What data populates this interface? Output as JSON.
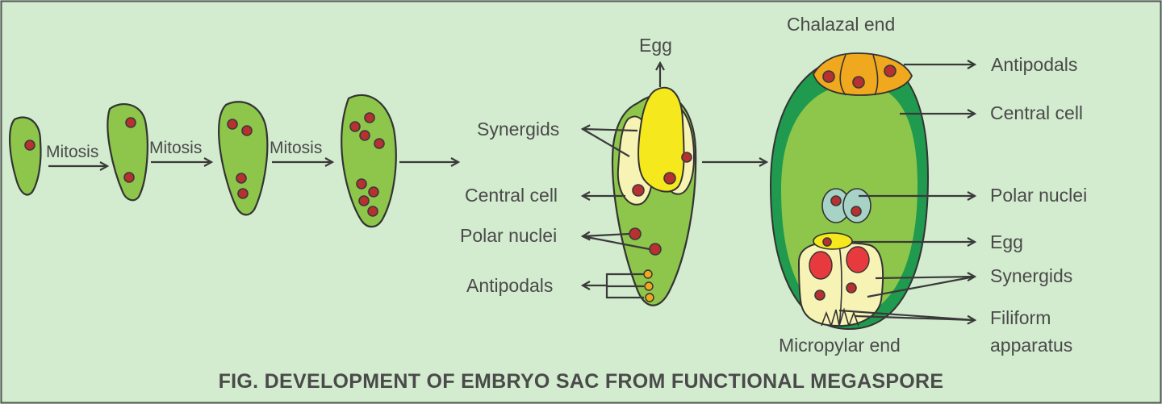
{
  "caption": "FIG. DEVELOPMENT OF EMBRYO SAC FROM FUNCTIONAL MEGASPORE",
  "stages": {
    "mitosis_1": "Mitosis",
    "mitosis_2": "Mitosis",
    "mitosis_3": "Mitosis"
  },
  "middle_sac": {
    "egg": "Egg",
    "synergids": "Synergids",
    "central_cell": "Central cell",
    "polar_nuclei": "Polar nuclei",
    "antipodals": "Antipodals"
  },
  "mature_sac": {
    "chalazal_end": "Chalazal end",
    "antipodals": "Antipodals",
    "central_cell": "Central cell",
    "polar_nuclei": "Polar nuclei",
    "egg": "Egg",
    "synergids": "Synergids",
    "filiform_line1": "Filiform",
    "filiform_line2": "apparatus",
    "micropylar_end": "Micropylar end"
  },
  "colors": {
    "background": "#d3eccf",
    "cell_fill": "#8dc64b",
    "sac_border": "#1f9a4e",
    "nucleus": "#b8302f",
    "egg_yellow": "#f5e81c",
    "synergid_cream": "#f7f3b5",
    "antipodal_orange": "#f0a81e",
    "polar_fill": "#a7d3c6",
    "synergid_red": "#e63a3f"
  }
}
